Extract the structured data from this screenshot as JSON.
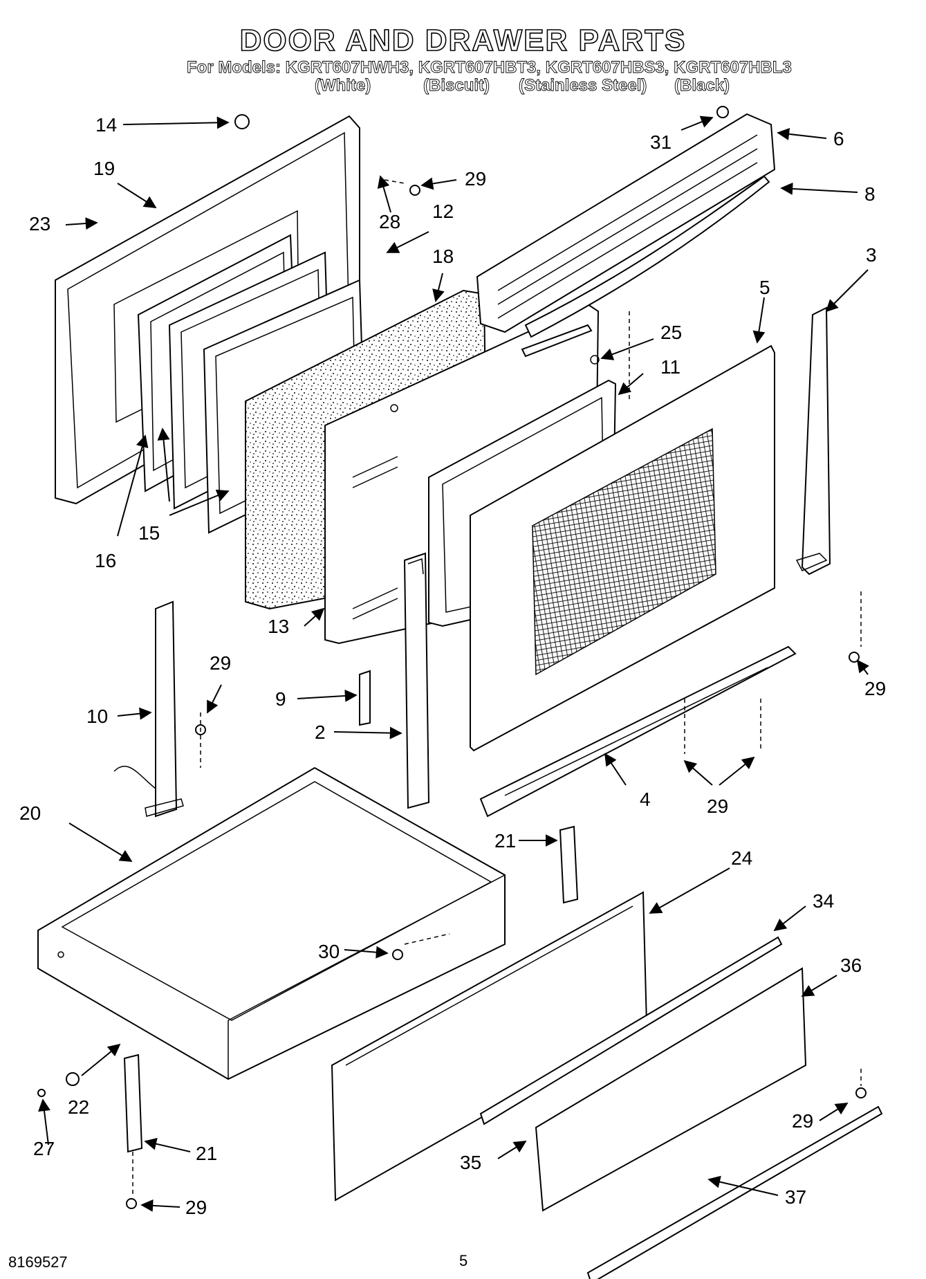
{
  "header": {
    "title": "DOOR AND DRAWER PARTS",
    "models_line": "For Models: KGRT607HWH3, KGRT607HBT3, KGRT607HBS3, KGRT607HBL3",
    "variants": [
      "(White)",
      "(Biscuit)",
      "(Stainless Steel)",
      "(Black)"
    ]
  },
  "footer": {
    "doc_number": "8169527",
    "page_number": "5"
  },
  "callouts": {
    "c14": "14",
    "c19": "19",
    "c23": "23",
    "c28": "28",
    "c29a": "29",
    "c12": "12",
    "c18": "18",
    "c31": "31",
    "c6": "6",
    "c8": "8",
    "c3": "3",
    "c5": "5",
    "c25": "25",
    "c11": "11",
    "c16": "16",
    "c15": "15",
    "c13": "13",
    "c10": "10",
    "c29b": "29",
    "c9": "9",
    "c2": "2",
    "c29c": "29",
    "c4": "4",
    "c29d": "29",
    "c20": "20",
    "c21a": "21",
    "c24": "24",
    "c34": "34",
    "c30": "30",
    "c36": "36",
    "c22": "22",
    "c27": "27",
    "c21b": "21",
    "c29e": "29",
    "c35": "35",
    "c37": "37",
    "c29f": "29"
  }
}
